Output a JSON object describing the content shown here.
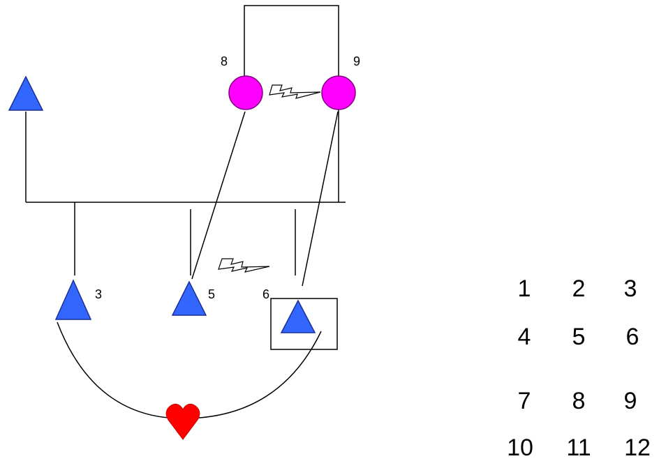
{
  "diagram": {
    "nodes": [
      {
        "id": "tri-topleft",
        "shape": "triangle",
        "label": ""
      },
      {
        "id": "circle-8",
        "shape": "circle",
        "label": "8"
      },
      {
        "id": "circle-9",
        "shape": "circle",
        "label": "9"
      },
      {
        "id": "tri-3",
        "shape": "triangle",
        "label": "3"
      },
      {
        "id": "tri-5",
        "shape": "triangle",
        "label": "5"
      },
      {
        "id": "tri-6",
        "shape": "triangle",
        "label": "6",
        "boxed": true
      }
    ],
    "icons": [
      "lightning-icon",
      "lightning-icon",
      "heart-icon"
    ],
    "colors": {
      "triangle": "#3366ff",
      "circle": "#ff00ff",
      "heart": "#ff0000",
      "line": "#000000"
    }
  },
  "number_grid": [
    [
      "1",
      "2",
      "3"
    ],
    [
      "4",
      "5",
      "6"
    ],
    [
      "7",
      "8",
      "9"
    ],
    [
      "10",
      "11",
      "12"
    ]
  ]
}
